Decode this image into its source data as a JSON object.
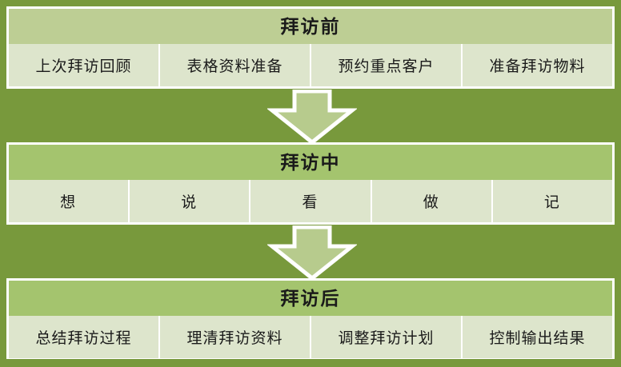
{
  "diagram": {
    "background_color": "#78993c",
    "border_color": "#ffffff",
    "header_color_primary": "#bdce94",
    "header_color_secondary": "#a4c46e",
    "cell_color": "#dde5cc",
    "text_color": "#1a1a1a",
    "blocks": [
      {
        "id": "pre-visit",
        "title": "拜访前",
        "items": [
          "上次拜访回顾",
          "表格资料准备",
          "预约重点客户",
          "准备拜访物料"
        ]
      },
      {
        "id": "during-visit",
        "title": "拜访中",
        "items": [
          "想",
          "说",
          "看",
          "做",
          "记"
        ]
      },
      {
        "id": "post-visit",
        "title": "拜访后",
        "items": [
          "总结拜访过程",
          "理清拜访资料",
          "调整拜访计划",
          "控制输出结果"
        ]
      }
    ],
    "connectors": [
      {
        "id": "arrow-1",
        "icon": "down-arrow-icon"
      },
      {
        "id": "arrow-2",
        "icon": "down-arrow-icon"
      }
    ]
  }
}
